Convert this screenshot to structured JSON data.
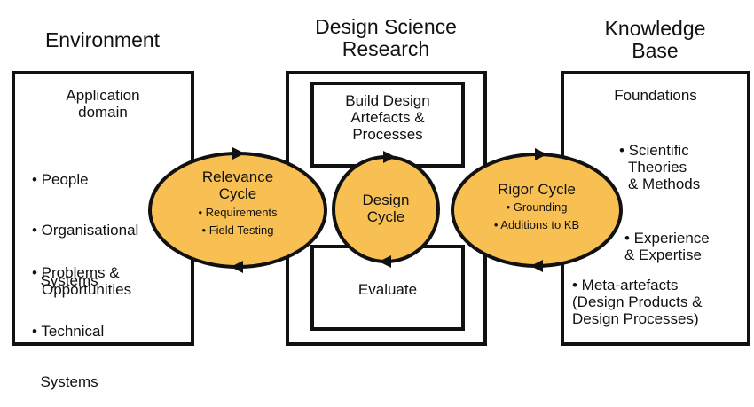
{
  "headings": {
    "environment": "Environment",
    "dsr_line1": "Design Science",
    "dsr_line2": "Research",
    "kb_line1": "Knowledge",
    "kb_line2": "Base"
  },
  "environment": {
    "title_line1": "Application",
    "title_line2": "domain",
    "items": [
      "• People",
      "• Organisational",
      "  Systems",
      "• Technical",
      "  Systems"
    ],
    "item_problems_line1": "• Problems &",
    "item_problems_line2": "Opportunities"
  },
  "dsr": {
    "build_line1": "Build Design",
    "build_line2": "Artefacts &",
    "build_line3": "Processes",
    "evaluate": "Evaluate"
  },
  "knowledge_base": {
    "title": "Foundations",
    "scientific_line1": "• Scientific",
    "scientific_line2": "Theories",
    "scientific_line3": "& Methods",
    "experience_line1": "• Experience",
    "experience_line2": "& Expertise",
    "meta_line1": "• Meta-artefacts",
    "meta_line2": "(Design Products &",
    "meta_line3": "Design Processes)"
  },
  "cycles": {
    "relevance": {
      "title_line1": "Relevance",
      "title_line2": "Cycle",
      "items": [
        "• Requirements",
        "• Field Testing"
      ]
    },
    "design": {
      "title_line1": "Design",
      "title_line2": "Cycle"
    },
    "rigor": {
      "title": "Rigor Cycle",
      "items": [
        "• Grounding",
        "• Additions to KB"
      ]
    }
  },
  "colors": {
    "cycle_fill": "#F8C052",
    "stroke": "#111111"
  }
}
